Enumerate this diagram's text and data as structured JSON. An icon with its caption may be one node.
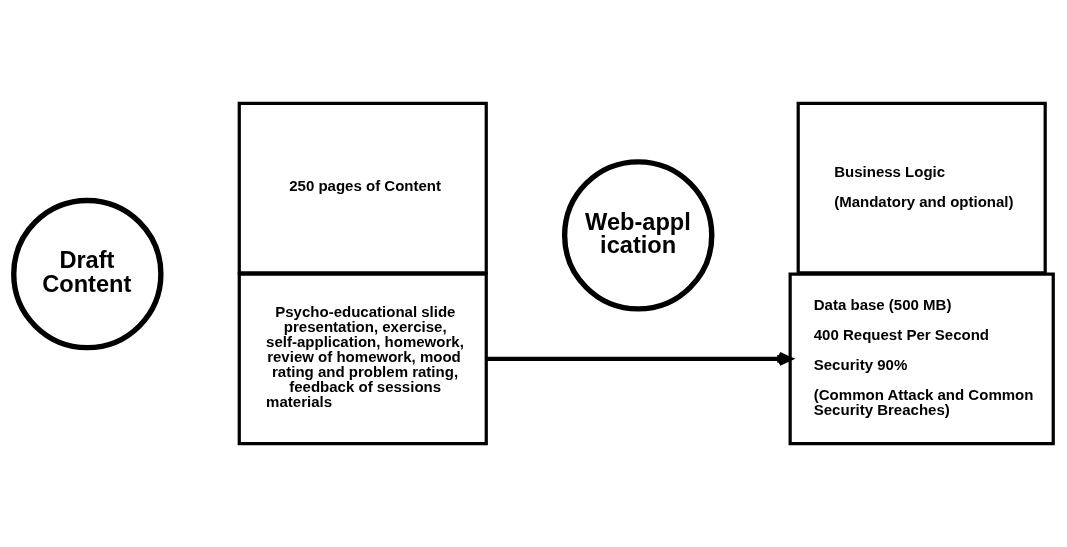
{
  "diagram": {
    "nodes": [
      {
        "text": [
          "Draft Content"
        ]
      },
      {
        "text": [
          "250 pages of Content"
        ]
      },
      {
        "text": [
          "Psycho-educational slide presentation, exercise, self-application, homework, review of homework, mood rating and problem rating, feedback of sessions materials"
        ]
      },
      {
        "text": [
          "Web-application"
        ]
      },
      {
        "text": [
          "Business Logic",
          "(Mandatory and optional)"
        ]
      },
      {
        "text": [
          "Data base (500 MB)",
          "400 Request Per Second",
          "Security 90%",
          "(Common Attack and Common Security Breaches)"
        ]
      }
    ],
    "edges": [
      {
        "from": 2,
        "to": 5,
        "arrow": "to"
      }
    ]
  }
}
